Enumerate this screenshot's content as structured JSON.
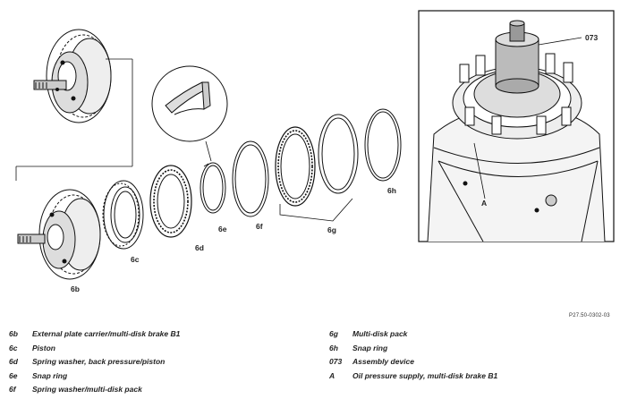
{
  "callouts": {
    "6b": "6b",
    "6c": "6c",
    "6d": "6d",
    "6e": "6e",
    "6f": "6f",
    "6g": "6g",
    "6h": "6h",
    "073": "073",
    "A": "A"
  },
  "reference": "P27.50-0302-03",
  "legend_left": [
    {
      "key": "6b",
      "text": "External plate carrier/multi-disk brake B1"
    },
    {
      "key": "6c",
      "text": "Piston"
    },
    {
      "key": "6d",
      "text": "Spring washer, back pressure/piston"
    },
    {
      "key": "6e",
      "text": "Snap ring"
    },
    {
      "key": "6f",
      "text": "Spring washer/multi-disk pack"
    }
  ],
  "legend_right": [
    {
      "key": "6g",
      "text": "Multi-disk pack"
    },
    {
      "key": "6h",
      "text": "Snap ring"
    },
    {
      "key": "073",
      "text": "Assembly device"
    },
    {
      "key": "A",
      "text": "Oil pressure supply, multi-disk brake B1"
    }
  ]
}
